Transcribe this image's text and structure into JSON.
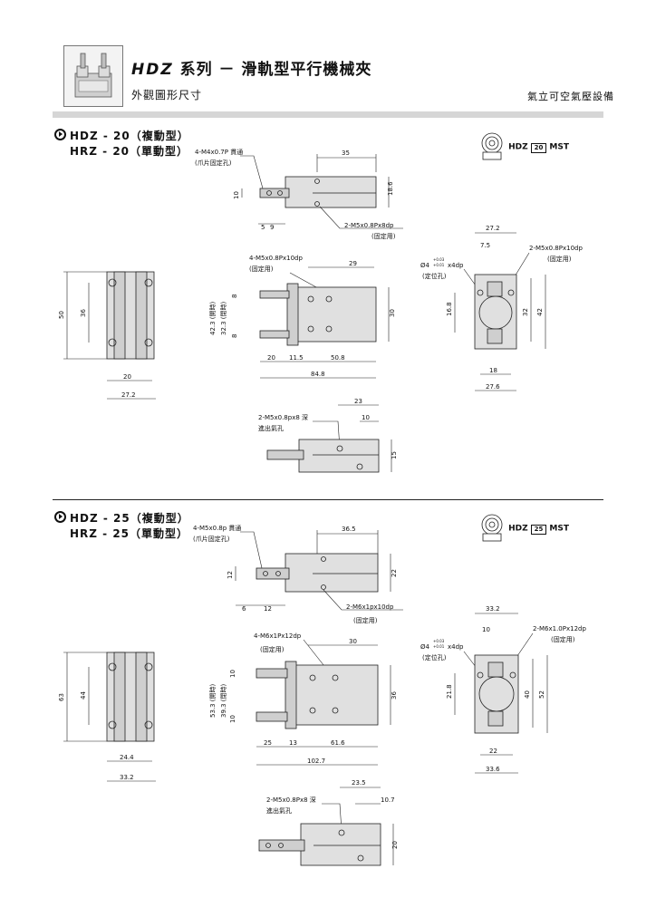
{
  "header": {
    "model": "HDZ",
    "title_rest": "系列 － 滑軌型平行機械夾",
    "subtitle": "外觀圖形尺寸",
    "company": "氣立可空氣壓設備"
  },
  "sections": [
    {
      "id": "hdz20",
      "title_line1": "HDZ - 20（複動型）",
      "title_line2": "HRZ - 20（單動型）",
      "symbol": {
        "model": "HDZ",
        "size": "20",
        "suffix": "MST"
      },
      "top_view": {
        "note1_line1": "4-M4x0.7P 貫通",
        "note1_line2": "(爪片固定孔)",
        "dim_width": "35",
        "dim_height": "18.6",
        "dim_side": "10",
        "dim_a": "5",
        "dim_b": "9",
        "note2_line1": "2-M5x0.8Px8dp",
        "note2_line2": "(固定用)"
      },
      "left_view": {
        "dim_height": "50",
        "dim_inner": "36",
        "dim_w1": "20",
        "dim_w2": "27.2"
      },
      "front_view": {
        "note_line1": "4-M5x0.8Px10dp",
        "note_line2": "(固定用)",
        "dim_top": "29",
        "dim_open": "42.3 (開時)",
        "dim_close": "32.3 (閉時)",
        "dim_jaw1": "8",
        "dim_jaw2": "8",
        "dim_h": "30",
        "dim_b1": "20",
        "dim_b2": "11.5",
        "dim_b3": "50.8",
        "dim_total": "84.8"
      },
      "right_view": {
        "dim_top": "27.2",
        "dim_7": "7.5",
        "note_line1": "2-M5x0.8Px10dp",
        "note_line2": "(固定用)",
        "pin_tol_top": "+0.03",
        "pin_tol_bot": "+0.01",
        "pin_note": "Ø4",
        "pin_note2": "x4dp",
        "pin_note3": "(定位孔)",
        "dim_left": "16.8",
        "dim_r1": "32",
        "dim_r2": "42",
        "dim_b1": "18",
        "dim_b2": "27.6"
      },
      "bottom_view": {
        "dim_top": "23",
        "dim_10": "10",
        "note_line1": "2-M5x0.8px8 深",
        "note_line2": "進出氣孔",
        "dim_h": "15"
      }
    },
    {
      "id": "hdz25",
      "title_line1": "HDZ - 25（複動型）",
      "title_line2": "HRZ - 25（單動型）",
      "symbol": {
        "model": "HDZ",
        "size": "25",
        "suffix": "MST"
      },
      "top_view": {
        "note1_line1": "4-M5x0.8p 貫通",
        "note1_line2": "(爪片固定孔)",
        "dim_width": "36.5",
        "dim_height": "22",
        "dim_side": "12",
        "dim_a": "6",
        "dim_b": "12",
        "note2_line1": "2-M6x1px10dp",
        "note2_line2": "(固定用)"
      },
      "left_view": {
        "dim_height": "63",
        "dim_inner": "44",
        "dim_w1": "24.4",
        "dim_w2": "33.2"
      },
      "front_view": {
        "note_line1": "4-M6x1Px12dp",
        "note_line2": "(固定用)",
        "dim_top": "30",
        "dim_open": "53.3 (開時)",
        "dim_close": "39.3 (閉時)",
        "dim_jaw1": "10",
        "dim_jaw2": "10",
        "dim_h": "36",
        "dim_b1": "25",
        "dim_b2": "13",
        "dim_b3": "61.6",
        "dim_total": "102.7"
      },
      "right_view": {
        "dim_top": "33.2",
        "dim_7": "10",
        "note_line1": "2-M6x1.0Px12dp",
        "note_line2": "(固定用)",
        "pin_tol_top": "+0.03",
        "pin_tol_bot": "+0.01",
        "pin_note": "Ø4",
        "pin_note2": "x4dp",
        "pin_note3": "(定位孔)",
        "dim_left": "21.8",
        "dim_r1": "40",
        "dim_r2": "52",
        "dim_b1": "22",
        "dim_b2": "33.6"
      },
      "bottom_view": {
        "dim_top": "23.5",
        "dim_10": "10.7",
        "note_line1": "2-M5x0.8Px8 深",
        "note_line2": "進出氣孔",
        "dim_h": "20"
      }
    }
  ]
}
